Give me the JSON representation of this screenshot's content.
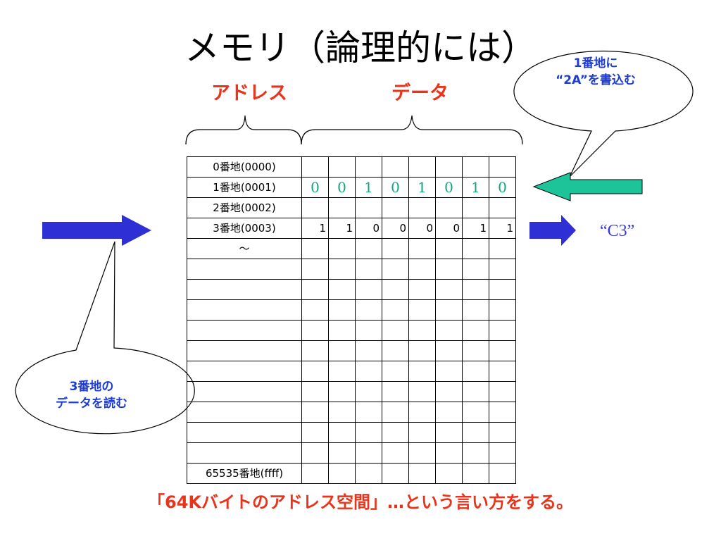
{
  "title": "メモリ（論理的には）",
  "labels": {
    "address": "アドレス",
    "data": "データ"
  },
  "table": {
    "rows": [
      {
        "address": "0番地(0000)",
        "bits": [
          "",
          "",
          "",
          "",
          "",
          "",
          "",
          ""
        ],
        "style": "plain"
      },
      {
        "address": "1番地(0001)",
        "bits": [
          "0",
          "0",
          "1",
          "0",
          "1",
          "0",
          "1",
          "0"
        ],
        "style": "written"
      },
      {
        "address": "2番地(0002)",
        "bits": [
          "",
          "",
          "",
          "",
          "",
          "",
          "",
          ""
        ],
        "style": "plain"
      },
      {
        "address": "3番地(0003)",
        "bits": [
          "1",
          "1",
          "0",
          "0",
          "0",
          "0",
          "1",
          "1"
        ],
        "style": "plain"
      },
      {
        "address": "～",
        "bits": [
          "",
          "",
          "",
          "",
          "",
          "",
          "",
          ""
        ],
        "style": "plain"
      },
      {
        "address": "",
        "bits": [
          "",
          "",
          "",
          "",
          "",
          "",
          "",
          ""
        ],
        "style": "plain"
      },
      {
        "address": "",
        "bits": [
          "",
          "",
          "",
          "",
          "",
          "",
          "",
          ""
        ],
        "style": "plain"
      },
      {
        "address": "",
        "bits": [
          "",
          "",
          "",
          "",
          "",
          "",
          "",
          ""
        ],
        "style": "plain"
      },
      {
        "address": "",
        "bits": [
          "",
          "",
          "",
          "",
          "",
          "",
          "",
          ""
        ],
        "style": "plain"
      },
      {
        "address": "",
        "bits": [
          "",
          "",
          "",
          "",
          "",
          "",
          "",
          ""
        ],
        "style": "plain"
      },
      {
        "address": "",
        "bits": [
          "",
          "",
          "",
          "",
          "",
          "",
          "",
          ""
        ],
        "style": "plain"
      },
      {
        "address": "",
        "bits": [
          "",
          "",
          "",
          "",
          "",
          "",
          "",
          ""
        ],
        "style": "plain"
      },
      {
        "address": "",
        "bits": [
          "",
          "",
          "",
          "",
          "",
          "",
          "",
          ""
        ],
        "style": "plain"
      },
      {
        "address": "",
        "bits": [
          "",
          "",
          "",
          "",
          "",
          "",
          "",
          ""
        ],
        "style": "plain"
      },
      {
        "address": "",
        "bits": [
          "",
          "",
          "",
          "",
          "",
          "",
          "",
          ""
        ],
        "style": "plain"
      },
      {
        "address": "65535番地(ffff)",
        "bits": [
          "",
          "",
          "",
          "",
          "",
          "",
          "",
          ""
        ],
        "style": "plain"
      }
    ]
  },
  "output_value": "“C3”",
  "bubbles": {
    "write": {
      "line1": "1番地に",
      "line2": "“2A”を書込む"
    },
    "read": {
      "line1": "3番地の",
      "line2": "データを読む"
    }
  },
  "note": "「64Kバイトのアドレス空間」…という言い方をする。",
  "colors": {
    "label_red": "#e8341b",
    "arrow_blue": "#2f2fd6",
    "arrow_green": "#1dc49a",
    "bubble_text_blue": "#1e3cd2",
    "written_bits_green": "#13a57f",
    "output_text_blue": "#3a3ad6"
  }
}
